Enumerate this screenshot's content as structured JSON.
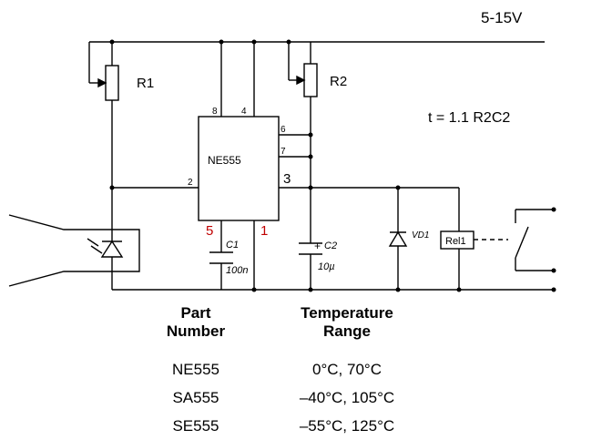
{
  "supply_label": "5-15V",
  "formula": "t = 1.1 R2C2",
  "components": {
    "r1": "R1",
    "r2": "R2",
    "ic": "NE555",
    "c1_name": "C1",
    "c1_value": "100n",
    "c2_name": "C2",
    "c2_value": "10µ",
    "c2_polarity": "+",
    "diode": "VD1",
    "relay": "Rel1"
  },
  "pins": {
    "p8": "8",
    "p4": "4",
    "p6": "6",
    "p7": "7",
    "p2": "2",
    "p3": "3",
    "p5": "5",
    "p1": "1"
  },
  "table": {
    "header_col1": [
      "Part",
      "Number"
    ],
    "header_col2": [
      "Temperature",
      "Range"
    ],
    "rows": [
      {
        "part": "NE555",
        "range": "0°C, 70°C"
      },
      {
        "part": "SA555",
        "range": "–40°C, 105°C"
      },
      {
        "part": "SE555",
        "range": "–55°C, 125°C"
      }
    ]
  },
  "colors": {
    "wire": "#000000",
    "pin_highlight": "#c00000"
  }
}
